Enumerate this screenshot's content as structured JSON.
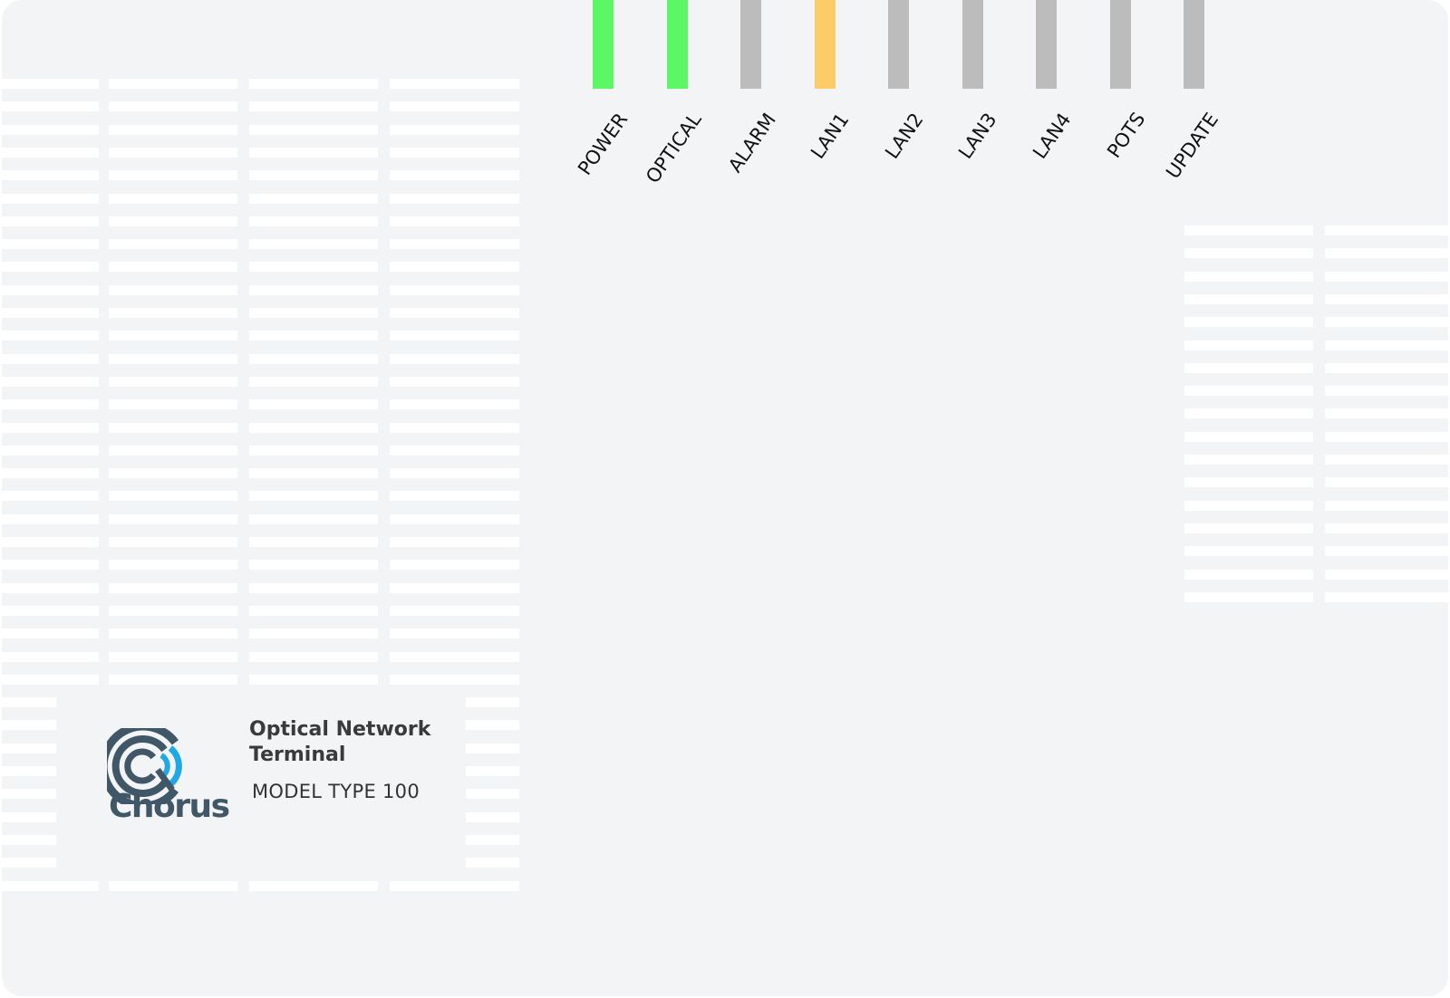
{
  "device": {
    "brand": "Chorus",
    "title": "Optical Network Terminal",
    "model": "MODEL TYPE 100"
  },
  "colors": {
    "body": "#f3f4f6",
    "vent": "#ffffff",
    "led_green": "#5cf765",
    "led_amber": "#fecb69",
    "led_off": "#bcbcbc",
    "logo_dark": "#3f5766",
    "logo_blue": "#1ea9e6"
  },
  "indicators": [
    {
      "label": "POWER",
      "state": "green"
    },
    {
      "label": "OPTICAL",
      "state": "green"
    },
    {
      "label": "ALARM",
      "state": "off"
    },
    {
      "label": "LAN1",
      "state": "amber"
    },
    {
      "label": "LAN2",
      "state": "off"
    },
    {
      "label": "LAN3",
      "state": "off"
    },
    {
      "label": "LAN4",
      "state": "off"
    },
    {
      "label": "POTS",
      "state": "off"
    },
    {
      "label": "UPDATE",
      "state": "off"
    }
  ]
}
